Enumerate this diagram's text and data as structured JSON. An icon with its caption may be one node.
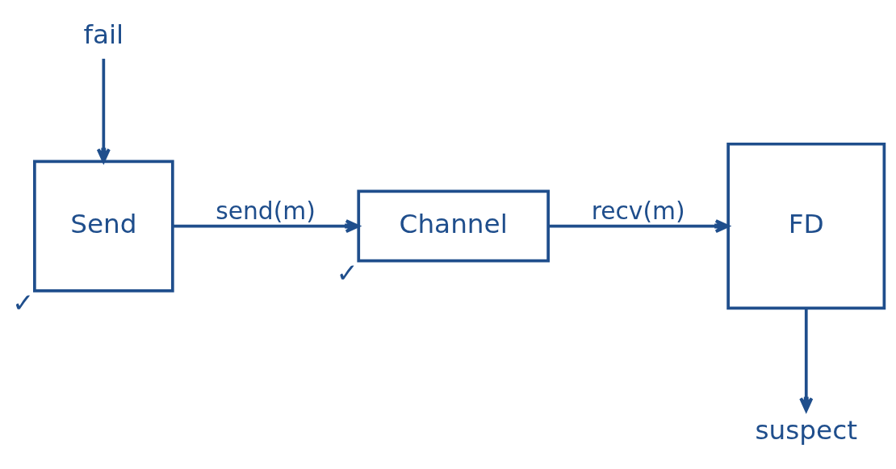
{
  "diagram": {
    "nodes": [
      {
        "text": [
          "Send"
        ],
        "beside": [
          "✓"
        ]
      },
      {
        "text": [
          "Channel"
        ],
        "beside": [
          "✓"
        ]
      },
      {
        "text": [
          "FD"
        ]
      },
      {
        "text": [
          "fail"
        ]
      },
      {
        "text": [
          "suspect"
        ]
      }
    ],
    "edges": [
      {
        "from": 0,
        "to": 1,
        "arrow": "to",
        "label": "send(m)"
      },
      {
        "from": 1,
        "to": 2,
        "arrow": "to",
        "label": "recv(m)"
      },
      {
        "from": 3,
        "to": 0,
        "arrow": "to"
      },
      {
        "from": 2,
        "to": 4,
        "arrow": "to"
      }
    ]
  }
}
